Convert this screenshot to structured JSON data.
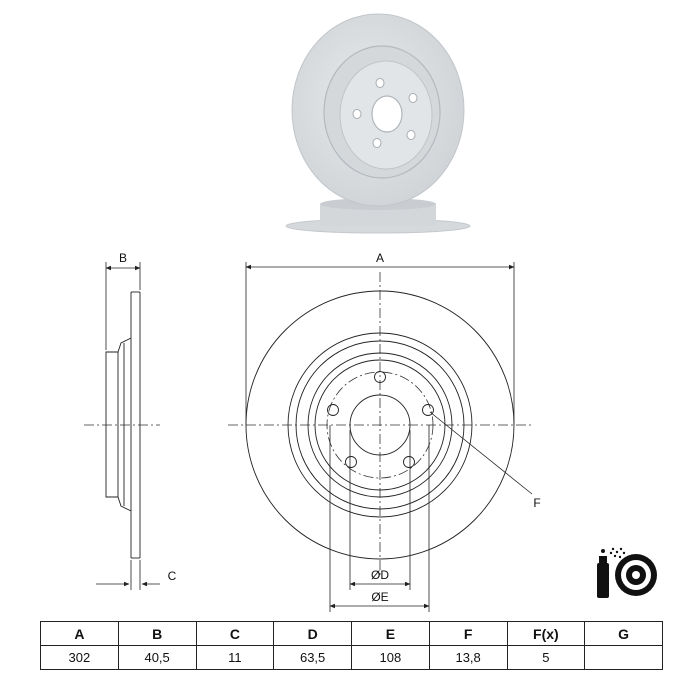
{
  "drawing": {
    "labels": {
      "a": "A",
      "b": "B",
      "c": "C",
      "d": "ØD",
      "e": "ØE",
      "f": "F"
    }
  },
  "spec_table": {
    "headers": [
      "A",
      "B",
      "C",
      "D",
      "E",
      "F",
      "F(x)",
      "G"
    ],
    "values": [
      "302",
      "40,5",
      "11",
      "63,5",
      "108",
      "13,8",
      "5",
      ""
    ]
  },
  "colors": {
    "disc_coating": "#d9dcdf",
    "disc_shadow": "#b9bdc1",
    "line": "#222222"
  },
  "icons": [
    "brake-disc-photo",
    "coating-spray-icon"
  ]
}
